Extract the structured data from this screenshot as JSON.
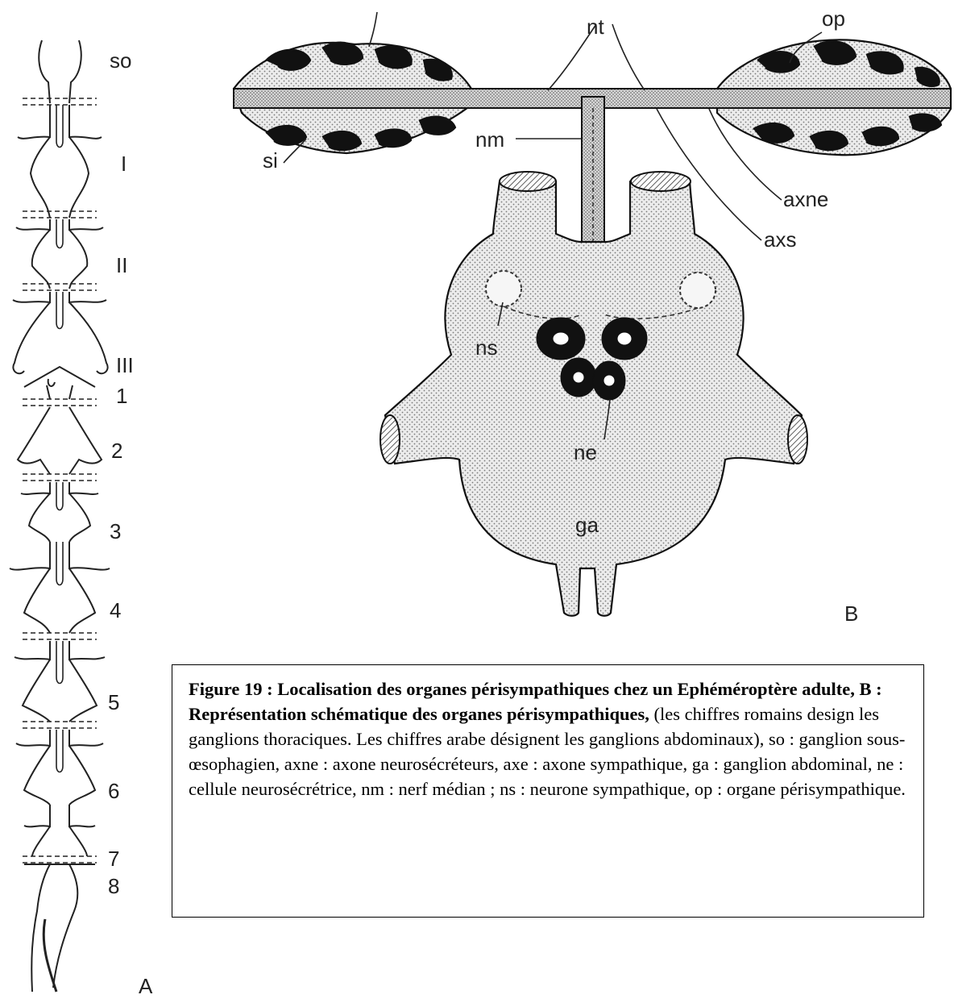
{
  "figure_A": {
    "label": "A",
    "segment_labels": [
      "so",
      "I",
      "II",
      "III",
      "1",
      "2",
      "3",
      "4",
      "5",
      "6",
      "7",
      "8"
    ]
  },
  "figure_B": {
    "label": "B",
    "labels": {
      "op": "op",
      "nt": "nt",
      "nm": "nm",
      "si": "si",
      "axne": "axne",
      "axs": "axs",
      "ns": "ns",
      "ne": "ne",
      "ga": "ga"
    }
  },
  "caption": {
    "bold_part": "Figure 19 : Localisation des organes périsympathiques chez un Ephéméroptère adulte,  B : Représentation schématique des organes périsympathiques,",
    "normal_part": " (les chiffres romains design les ganglions thoraciques.  Les chiffres arabe désignent les ganglions abdominaux), so : ganglion sous-œsophagien,  axne : axone neurosécréteurs, axe : axone sympathique, ga : ganglion abdominal, ne : cellule neurosécrétrice, nm : nerf médian ; ns : neurone sympathique, op : organe périsympathique."
  }
}
